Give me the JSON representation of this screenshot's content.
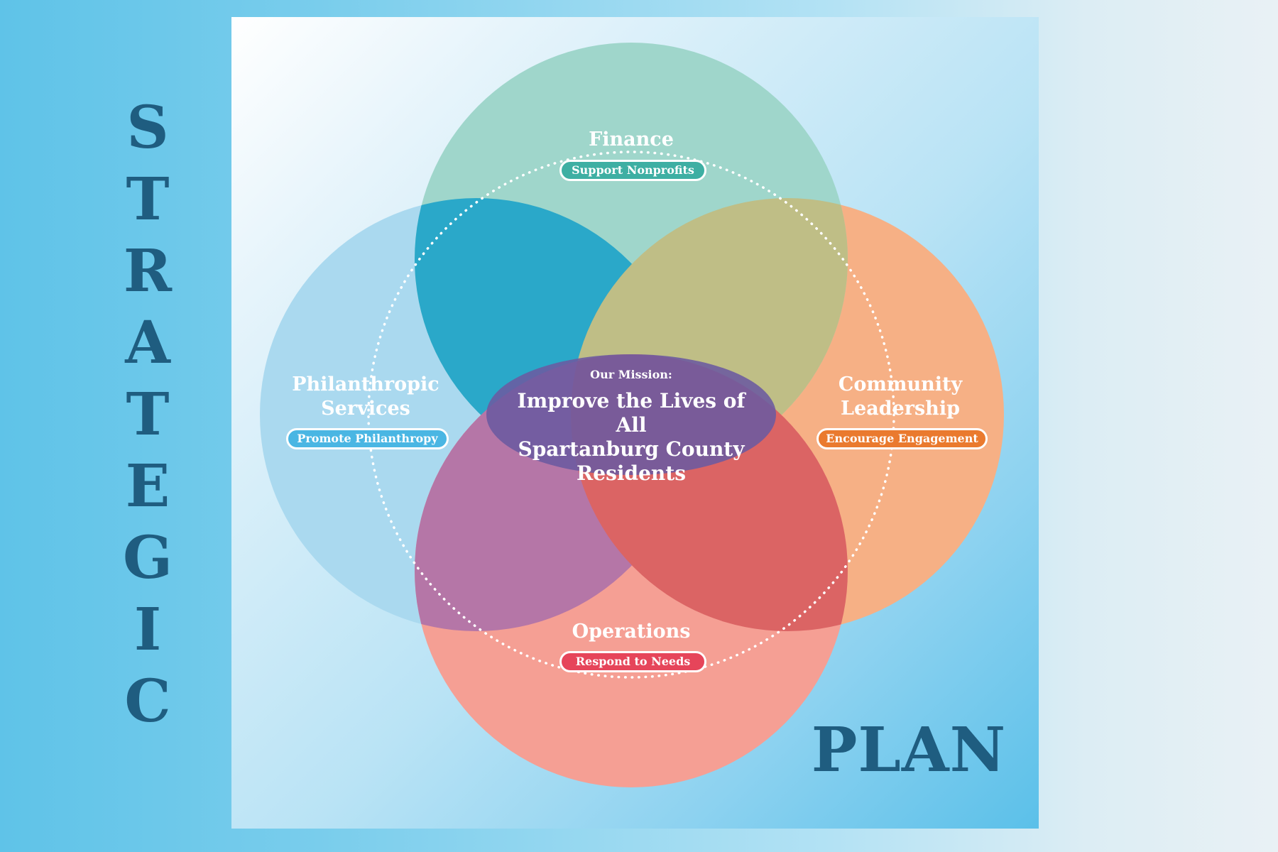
{
  "title": {
    "vertical_word": "STRATEGIC",
    "letters": [
      "S",
      "T",
      "R",
      "A",
      "T",
      "E",
      "G",
      "I",
      "C"
    ],
    "horizontal_word": "PLAN",
    "color": "#1f5d80"
  },
  "diagram": {
    "type": "venn",
    "circles": [
      {
        "id": "finance",
        "heading": "Finance",
        "tagline": "Support Nonprofits",
        "color": "#9fd6cb",
        "pill_color": "#3eafa3"
      },
      {
        "id": "philanthropic",
        "heading": "Philanthropic Services",
        "heading_lines": [
          "Philanthropic",
          "Services"
        ],
        "tagline": "Promote Philanthropy",
        "color": "#aad9ef",
        "pill_color": "#4ab6e3"
      },
      {
        "id": "community",
        "heading": "Community Leadership",
        "heading_lines": [
          "Community",
          "Leadership"
        ],
        "tagline": "Encourage Engagement",
        "color": "#f6b085",
        "pill_color": "#ea7a2e"
      },
      {
        "id": "operations",
        "heading": "Operations",
        "tagline": "Respond to Needs",
        "color": "#f59f94",
        "pill_color": "#e6455a"
      }
    ],
    "overlap_colors": {
      "finance_philanthropic": "#2aa8c9",
      "finance_community": "#bfbe86",
      "philanthropic_operations": "#b576a7",
      "community_operations": "#db6464",
      "finance_center": "#4aa9b8",
      "operations_center": "#9e4f96",
      "mission_fill": "#6b5aa0"
    },
    "mission": {
      "label": "Our Mission:",
      "text": "Improve the Lives of All Spartanburg County Residents",
      "lines": [
        "Improve the Lives of All",
        "Spartanburg County",
        "Residents"
      ]
    }
  }
}
